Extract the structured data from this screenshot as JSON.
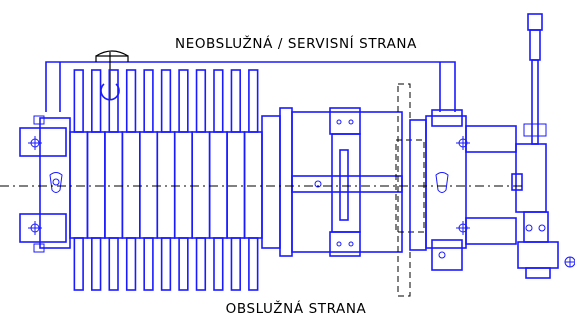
{
  "drawing": {
    "top_label": "NEOBSLUŽNÁ / SERVISNÍ STRANA",
    "bottom_label": "OBSLUŽNÁ STRANA",
    "line_color": "#1a1aff",
    "centerline_color": "#000000",
    "plate_count": 11
  }
}
